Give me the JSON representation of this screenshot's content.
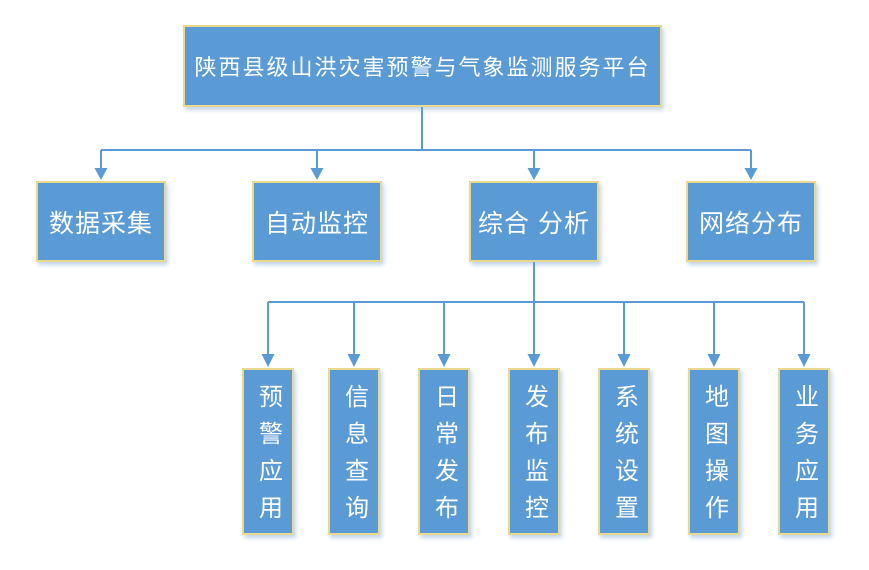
{
  "palette": {
    "node_fill": "#5b9bd5",
    "node_border": "#e9d98e",
    "node_text": "#ffffff",
    "connector": "#5b9bd5",
    "background": "#ffffff"
  },
  "tree": {
    "root": {
      "label": "陕西县级山洪灾害预警与气象监测服务平台"
    },
    "level2": [
      {
        "label": "数据采集"
      },
      {
        "label": "自动监控"
      },
      {
        "label": "综合 分析"
      },
      {
        "label": "网络分布"
      }
    ],
    "level3_parent": "综合 分析",
    "level3": [
      {
        "label": "预警应用"
      },
      {
        "label": "信息查询"
      },
      {
        "label": "日常发布"
      },
      {
        "label": "发布监控"
      },
      {
        "label": "系统设置"
      },
      {
        "label": "地图操作"
      },
      {
        "label": "业务应用"
      }
    ]
  }
}
